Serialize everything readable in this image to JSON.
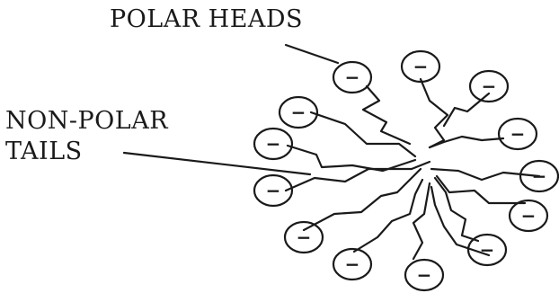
{
  "labels": {
    "polar_heads": "POLAR HEADS",
    "non_polar_tails_line1": "NON-POLAR",
    "non_polar_tails_line2": "TAILS"
  },
  "head_symbol": "−",
  "colors": {
    "ink": "#1a1a1a",
    "background": "#ffffff"
  }
}
